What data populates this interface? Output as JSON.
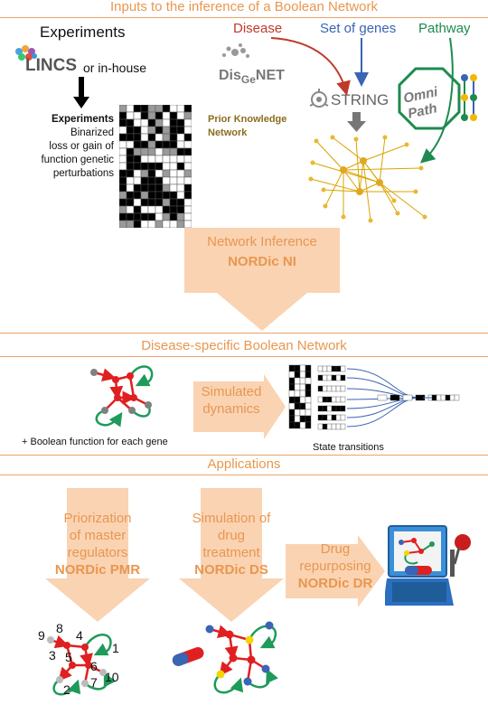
{
  "sections": {
    "inputs_title": "Inputs to the inference of a Boolean Network",
    "network_title": "Disease-specific Boolean Network",
    "applications_title": "Applications"
  },
  "inputs": {
    "experiments_label": "Experiments",
    "lincs_label": "LINCS",
    "inhouse_label": "or in-house",
    "matrix_title": "Experiments",
    "matrix_desc": [
      "Binarized",
      "loss or gain of",
      "function genetic",
      "perturbations"
    ],
    "disease_label": "Disease",
    "genes_label": "Set of genes",
    "pathway_label": "Pathway",
    "disgenet_logo": "DisGeNET",
    "string_logo": "STRING",
    "omnipath_logo": "Omni Path",
    "prior_knowledge": [
      "Prior Knowledge",
      "Network"
    ]
  },
  "inference": {
    "title": "Network Inference",
    "tool": "NORDic NI"
  },
  "network": {
    "simulated": [
      "Simulated",
      "dynamics"
    ],
    "boolean_function": "+ Boolean function for each gene",
    "state_transitions": "State transitions"
  },
  "applications": {
    "pmr_lines": [
      "Priorization",
      "of master",
      "regulators"
    ],
    "pmr_tool": "NORDic PMR",
    "ds_lines": [
      "Simulation of",
      "drug",
      "treatment"
    ],
    "ds_tool": "NORDic DS",
    "dr_lines": [
      "Drug",
      "repurposing"
    ],
    "dr_tool": "NORDic DR",
    "node_numbers": [
      "9",
      "8",
      "4",
      "3",
      "5",
      "1",
      "6",
      "2",
      "7",
      "10"
    ]
  },
  "colors": {
    "accent": "#e8974f",
    "arrow_fill": "#fad3b3",
    "disease": "#c0392b",
    "genes": "#3a64b4",
    "pathway": "#1e8a4f",
    "prior_knowledge": "#8c6d1f",
    "network_edge_red": "#e02020",
    "network_edge_green": "#1e9a5a"
  }
}
